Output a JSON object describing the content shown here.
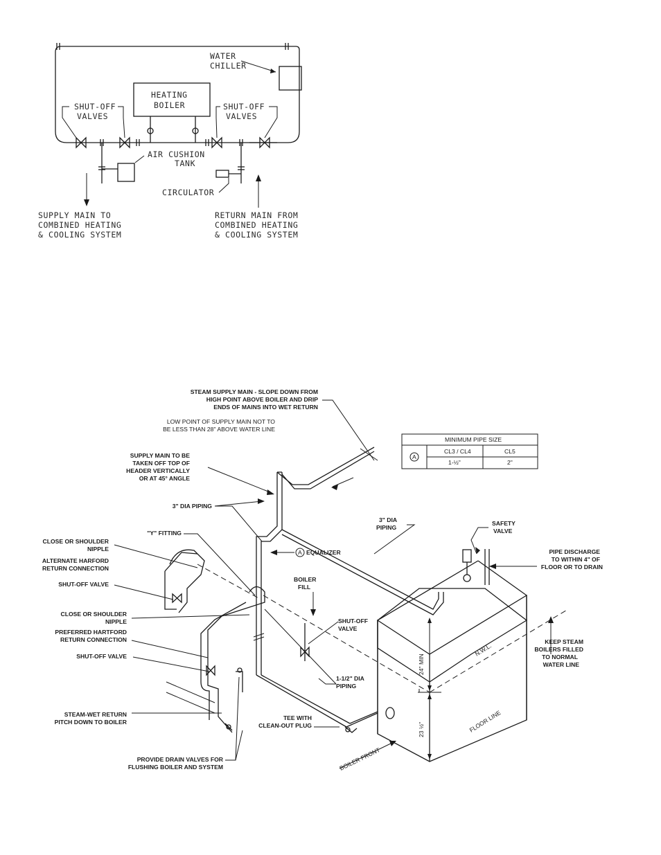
{
  "diagram1": {
    "water_chiller": [
      "WATER",
      "CHILLER"
    ],
    "heating_boiler": [
      "HEATING",
      "BOILER"
    ],
    "shutoff_left": [
      "SHUT-OFF",
      "VALVES"
    ],
    "shutoff_right": [
      "SHUT-OFF",
      "VALVES"
    ],
    "air_cushion": [
      "AIR CUSHION",
      "TANK"
    ],
    "circulator": "CIRCULATOR",
    "supply_main": [
      "SUPPLY MAIN TO",
      "COMBINED HEATING",
      "& COOLING SYSTEM"
    ],
    "return_main": [
      "RETURN MAIN FROM",
      "COMBINED HEATING",
      "& COOLING SYSTEM"
    ]
  },
  "diagram2": {
    "steam_supply": [
      "STEAM SUPPLY MAIN - SLOPE DOWN FROM",
      "HIGH POINT ABOVE BOILER AND DRIP",
      "ENDS OF MAINS INTO WET RETURN"
    ],
    "low_point": [
      "LOW POINT OF SUPPLY MAIN NOT TO",
      "BE LESS THAN 28\" ABOVE WATER LINE"
    ],
    "supply_takeoff": [
      "SUPPLY MAIN TO BE",
      "TAKEN OFF TOP OF",
      "HEADER VERTICALLY",
      "OR AT 45° ANGLE"
    ],
    "dia_piping_3": "3\" DIA PIPING",
    "dia_piping_3b": [
      "3\" DIA",
      "PIPING"
    ],
    "y_fitting": "\"Y\" FITTING",
    "close_nipple_1": [
      "CLOSE OR SHOULDER",
      "NIPPLE"
    ],
    "alt_hartford": [
      "ALTERNATE HARFORD",
      "RETURN CONNECTION"
    ],
    "shutoff_1": "SHUT-OFF VALVE",
    "close_nipple_2": [
      "CLOSE OR SHOULDER",
      "NIPPLE"
    ],
    "pref_hartford": [
      "PREFERRED HARTFORD",
      "RETURN CONNECTION"
    ],
    "shutoff_2": "SHUT-OFF VALVE",
    "steam_wet": [
      "STEAM-WET RETURN",
      "PITCH DOWN TO BOILER"
    ],
    "drain_valves": [
      "PROVIDE DRAIN VALVES FOR",
      "FLUSHING BOILER AND SYSTEM"
    ],
    "equalizer": "EQUALIZER",
    "equalizer_tag": "A",
    "boiler_fill": [
      "BOILER",
      "FILL"
    ],
    "shutoff_valve": [
      "SHUT-OFF",
      "VALVE"
    ],
    "dia_piping_15": [
      "1-1/2\" DIA",
      "PIPING"
    ],
    "tee": [
      "TEE WITH",
      "CLEAN-OUT PLUG"
    ],
    "safety_valve": [
      "SAFETY",
      "VALVE"
    ],
    "pipe_discharge": [
      "PIPE DISCHARGE",
      "TO WITHIN 4\" OF",
      "FLOOR OR TO DRAIN"
    ],
    "keep_steam": [
      "KEEP STEAM",
      "BOILERS FILLED",
      "TO NORMAL",
      "WATER LINE"
    ],
    "nwl": "N.W.L.",
    "floor_line": "FLOOR LINE",
    "boiler_front": "BOILER FRONT",
    "dim_24": "24\" MIN",
    "dim_23": "23 ½\"",
    "table": {
      "title": "MINIMUM PIPE SIZE",
      "tag": "A",
      "headers": [
        "CL3 / CL4",
        "CL5"
      ],
      "values": [
        "1-½\"",
        "2\""
      ]
    }
  }
}
